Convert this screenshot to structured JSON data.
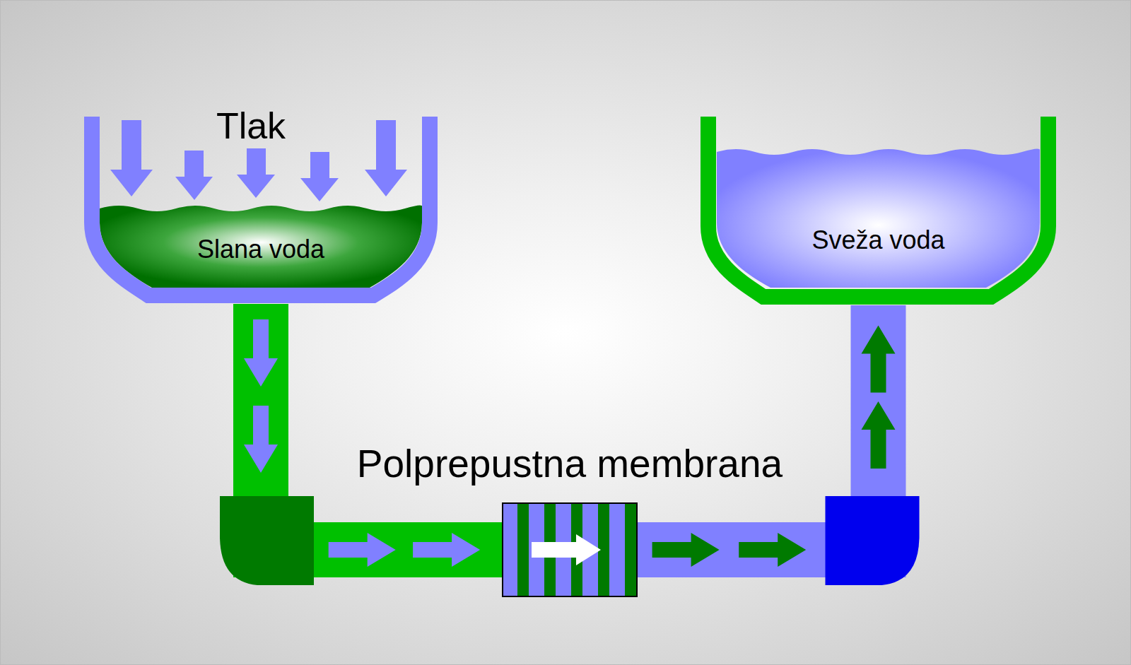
{
  "diagram": {
    "nodes": [
      {
        "text": [
          "Slana voda"
        ]
      },
      {
        "text": [
          "Polprepustna membrana"
        ]
      },
      {
        "text": [
          "Sveža voda"
        ]
      }
    ],
    "edges": [
      {
        "from": 0,
        "to": 1,
        "arrow": "to"
      },
      {
        "from": 1,
        "to": 2,
        "arrow": "to"
      }
    ],
    "labels": [
      "Tlak"
    ]
  }
}
